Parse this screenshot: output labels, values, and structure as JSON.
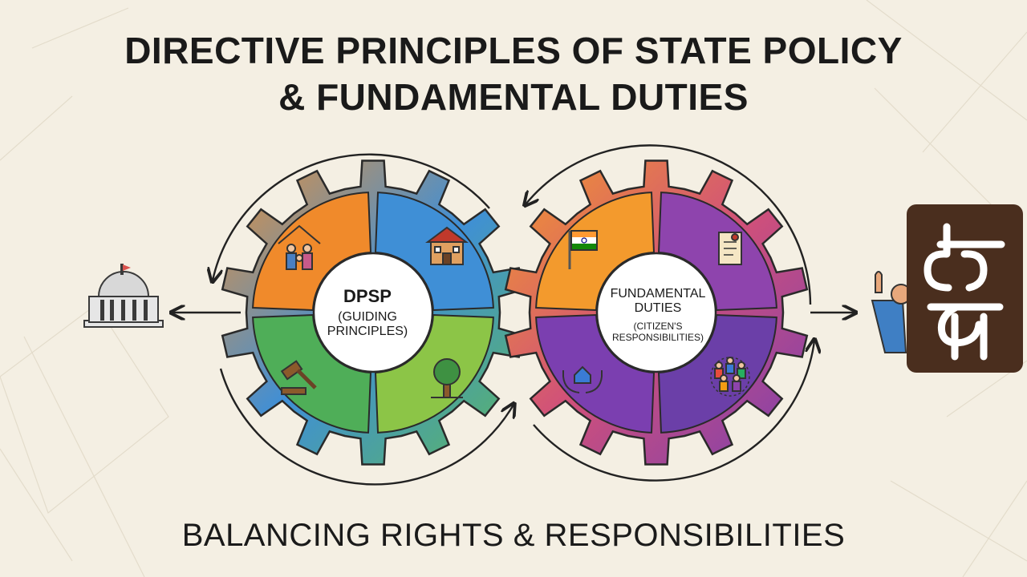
{
  "header": {
    "title_line1": "DIRECTIVE PRINCIPLES OF STATE POLICY",
    "title_line2": "& FUNDAMENTAL DUTIES"
  },
  "left_gear": {
    "title": "DPSP",
    "subtitle_line1": "(GUIDING",
    "subtitle_line2": "PRINCIPLES)",
    "segment_colors": [
      "#f08a2b",
      "#3f8fd6",
      "#4fae58",
      "#8cc547"
    ],
    "icons": [
      "family-house-icon",
      "school-building-icon",
      "gavel-icon",
      "tree-icon"
    ]
  },
  "right_gear": {
    "title_line1": "FUNDAMENTAL",
    "title_line2": "DUTIES",
    "subtitle_line1": "(CITIZEN'S",
    "subtitle_line2": "RESPONSIBILITIES)",
    "segment_colors": [
      "#f39a2d",
      "#8e44ad",
      "#7b3fb0",
      "#6b3fa8"
    ],
    "icons": [
      "indian-flag-icon",
      "constitution-scroll-icon",
      "hands-holding-house-icon",
      "community-people-icon"
    ]
  },
  "side_icons": {
    "left": "government-building-icon",
    "right": "citizen-raising-hand-icon"
  },
  "logo": {
    "icon": "brand-logo-icon",
    "color": "#4a2e1e"
  },
  "footer": {
    "tagline": "BALANCING RIGHTS & RESPONSIBILITIES"
  }
}
